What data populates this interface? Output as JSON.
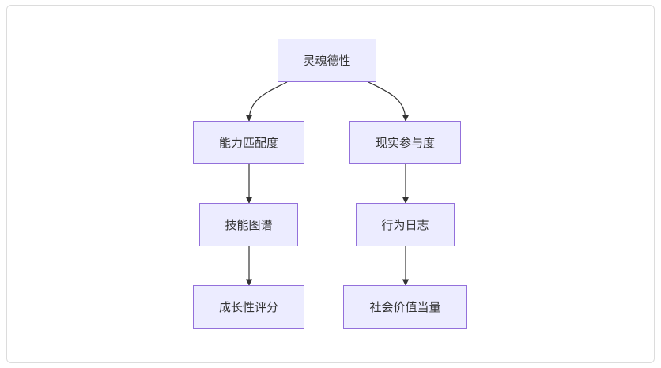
{
  "diagram": {
    "nodes": {
      "root": "灵魂德性",
      "left1": "能力匹配度",
      "left2": "技能图谱",
      "left3": "成长性评分",
      "right1": "现实参与度",
      "right2": "行为日志",
      "right3": "社会价值当量"
    },
    "edges": [
      {
        "from": "root",
        "to": "left1"
      },
      {
        "from": "root",
        "to": "right1"
      },
      {
        "from": "left1",
        "to": "left2"
      },
      {
        "from": "left2",
        "to": "left3"
      },
      {
        "from": "right1",
        "to": "right2"
      },
      {
        "from": "right2",
        "to": "right3"
      }
    ],
    "colors": {
      "node_fill": "#ececff",
      "node_border": "#9370db",
      "edge": "#333333",
      "text": "#333333"
    }
  }
}
